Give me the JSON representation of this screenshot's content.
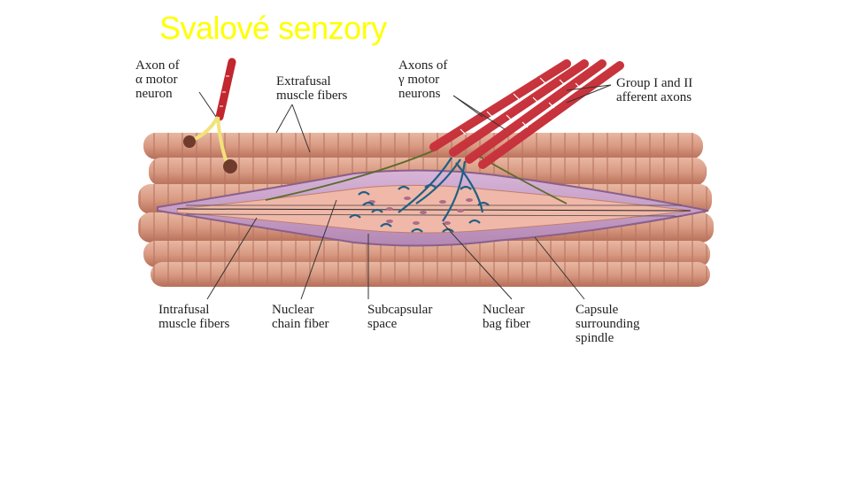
{
  "slide_title": "Svalové senzory",
  "labels": {
    "alpha_axon": "Axon of\nα motor\nneuron",
    "extrafusal": "Extrafusal\nmuscle fibers",
    "gamma_axons": "Axons of\nγ motor\nneurons",
    "afferent": "Group I and II\nafferent axons",
    "intrafusal": "Intrafusal\nmuscle fibers",
    "nuclear_chain": "Nuclear\nchain fiber",
    "subcapsular": "Subcapsular\nspace",
    "nuclear_bag": "Nuclear\nbag fiber",
    "capsule": "Capsule\nsurrounding\nspindle"
  },
  "colors": {
    "title": "#ffff00",
    "muscle": "#d99a82",
    "muscle_dark": "#b66e58",
    "capsule": "#c9a3c9",
    "axon_red": "#d8323a",
    "axon_yellow": "#f2e27a",
    "afferent_blue": "#1f5f86",
    "nerve_green": "#5a6b2a"
  }
}
